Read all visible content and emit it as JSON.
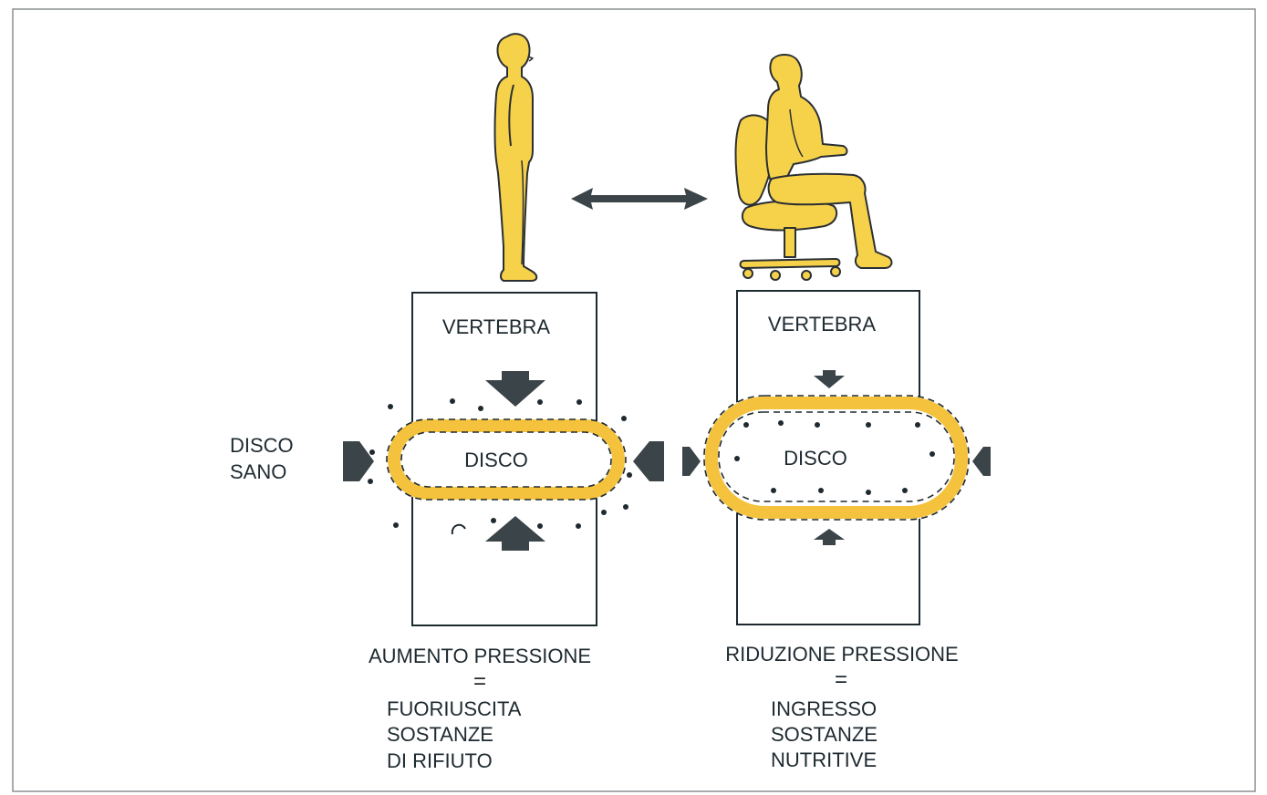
{
  "colors": {
    "disc_yellow": "#f4c23c",
    "figure_yellow": "#f6d14a",
    "ink": "#1e2a30",
    "arrow_gray": "#3b4449"
  },
  "left_panel": {
    "vertebra_label": "VERTEBRA",
    "disc_label": "DISCO",
    "side_label_line1": "DISCO",
    "side_label_line2": "SANO",
    "caption_line1": "AUMENTO PRESSIONE",
    "caption_equals": "=",
    "caption_line2": "FUORIUSCITA",
    "caption_line3": "SOSTANZE",
    "caption_line4": "DI RIFIUTO"
  },
  "right_panel": {
    "vertebra_label": "VERTEBRA",
    "disc_label": "DISCO",
    "caption_line1": "RIDUZIONE PRESSIONE",
    "caption_equals": "=",
    "caption_line2": "INGRESSO",
    "caption_line3": "SOSTANZE",
    "caption_line4": "NUTRITIVE"
  },
  "icons": {
    "standing": "standing-person-icon",
    "seated": "seated-person-in-office-chair-icon",
    "transition": "double-headed-arrow-icon"
  }
}
